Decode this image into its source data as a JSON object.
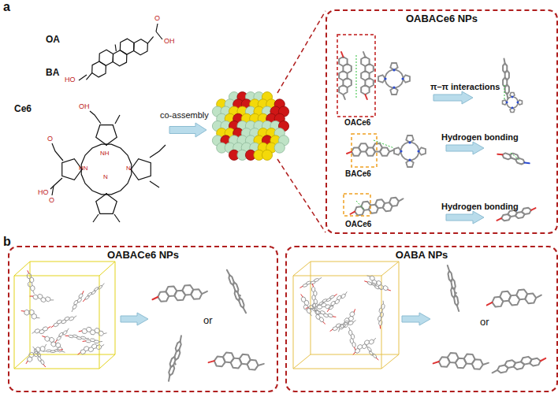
{
  "diagram": {
    "nodes": [
      {
        "text": [
          "OABACe6 NPs"
        ]
      },
      {
        "text": [
          "OABACe6 NPs",
          "or"
        ]
      },
      {
        "text": [
          "OABA NPs",
          "or"
        ]
      }
    ],
    "labels": [
      "a",
      "OA",
      "BA",
      "Ce6",
      "co-assembly",
      "OACe6",
      "π–π interactions",
      "BACe6",
      "Hydrogen bonding",
      "OACe6",
      "Hydrogen bonding",
      "b",
      "HO",
      "OH",
      "O",
      "O",
      "OH",
      "HO",
      "O",
      "NH",
      "N",
      "HN",
      "N"
    ]
  }
}
